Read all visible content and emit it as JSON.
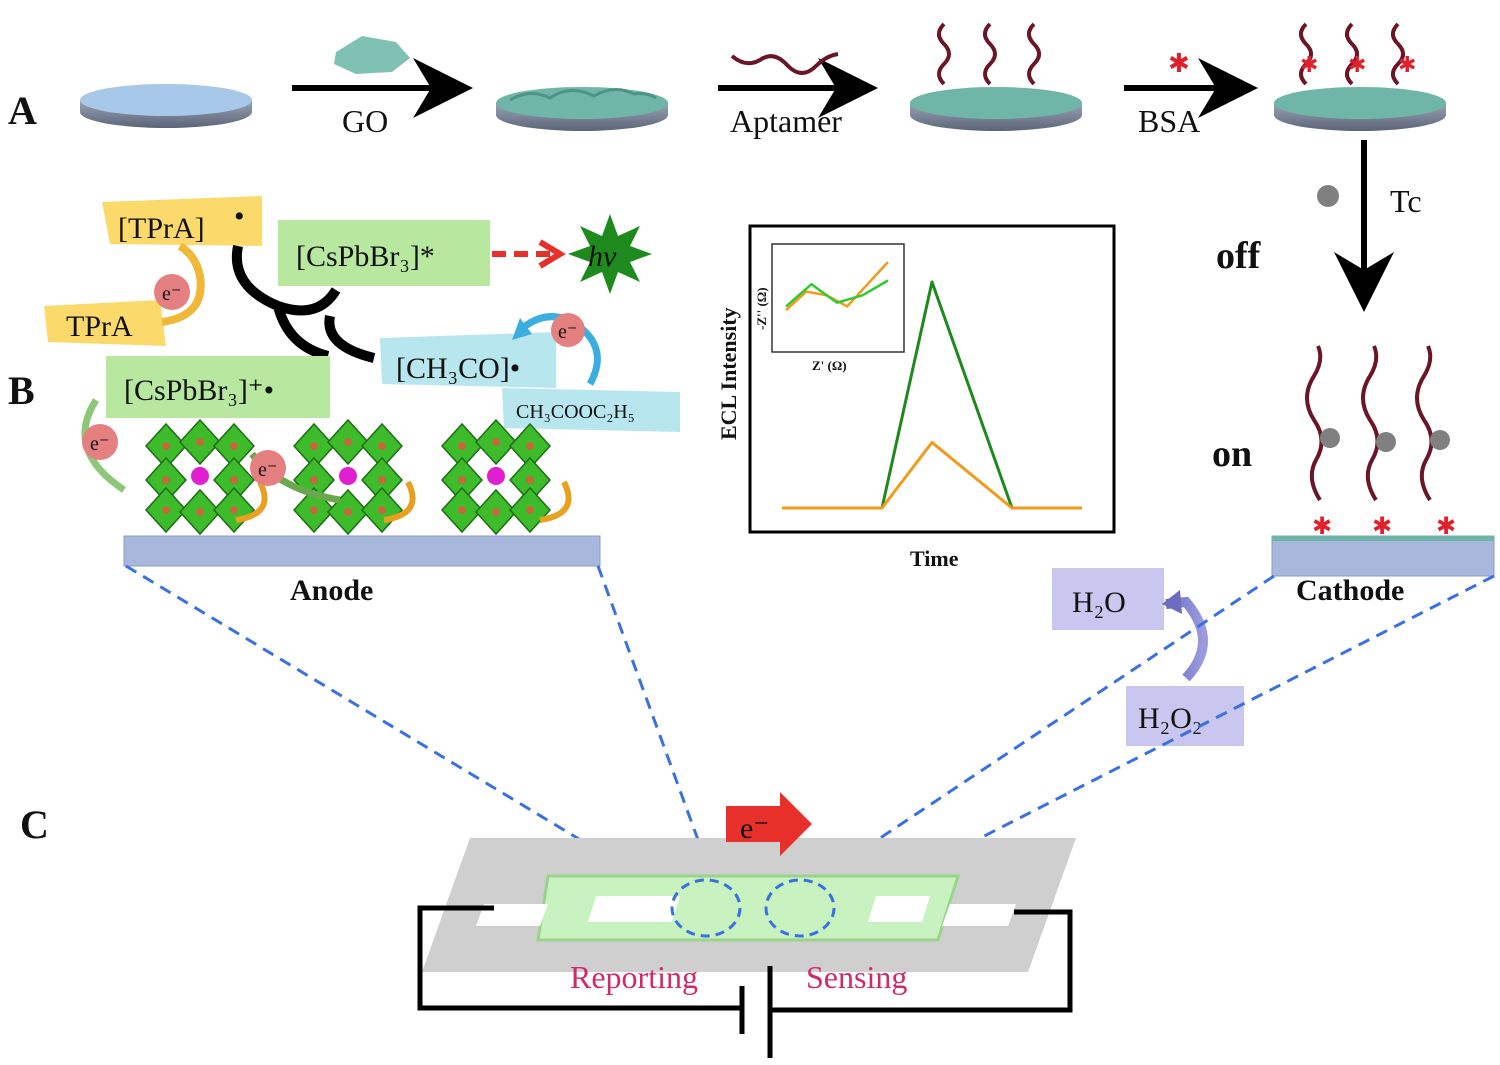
{
  "panels": {
    "a": "A",
    "b": "B",
    "c": "C"
  },
  "panel_a": {
    "step1": "GO",
    "step2": "Aptamer",
    "step3": "BSA",
    "step4": "Tc",
    "state_off": "off",
    "state_on": "on"
  },
  "panel_b": {
    "tpra_radical": "[TPrA]",
    "tpra_dot": "•",
    "tpra": "TPrA",
    "cspbbr3_excited": "[CsPbBr₃]*",
    "hv": "hν",
    "ch3co": "[CH₃CO]•",
    "ethyl_acetate": "CH₃COOC₂H₅",
    "cspbbr3_cation": "[CsPbBr₃]⁺•",
    "electron": "e⁻",
    "anode": "Anode",
    "cathode": "Cathode",
    "h2o": "H₂O",
    "h2o2": "H₂O₂"
  },
  "chart_data": {
    "type": "line",
    "xlabel": "Time",
    "ylabel": "ECL Intensity",
    "x": [
      0,
      1,
      2,
      3,
      4,
      5
    ],
    "series": [
      {
        "color": "#1e8a1e",
        "values": [
          0,
          0,
          0,
          1.0,
          0,
          0
        ]
      },
      {
        "color": "#f29a1a",
        "values": [
          0,
          0,
          0,
          0.29,
          0,
          0
        ]
      }
    ],
    "inset": {
      "xlabel": "Z' (Ω)",
      "ylabel": "-Z'' (Ω)",
      "series": [
        {
          "color": "#f29a1a",
          "values": [
            0.35,
            0.6,
            0.55,
            0.4,
            0.7,
            1.0
          ]
        },
        {
          "color": "#2ecc2e",
          "values": [
            0.4,
            0.7,
            0.45,
            0.55,
            0.75
          ]
        }
      ]
    }
  },
  "panel_c": {
    "electron_flow": "e⁻",
    "reporting": "Reporting",
    "sensing": "Sensing"
  },
  "colors": {
    "electrode_top": "#a7c8e8",
    "go_layer": "#6fb5a8",
    "aptamer": "#6b1628",
    "bsa": "#e0202a",
    "tc": "#808080",
    "cspbbr3_box": "#b8e8a0",
    "tpra_box": "#fbd96a",
    "ch3co_box": "#b8e6ee",
    "h2o_box": "#c9c6f0",
    "channel": "#c8f2c0",
    "arrow_red": "#e8302a"
  }
}
